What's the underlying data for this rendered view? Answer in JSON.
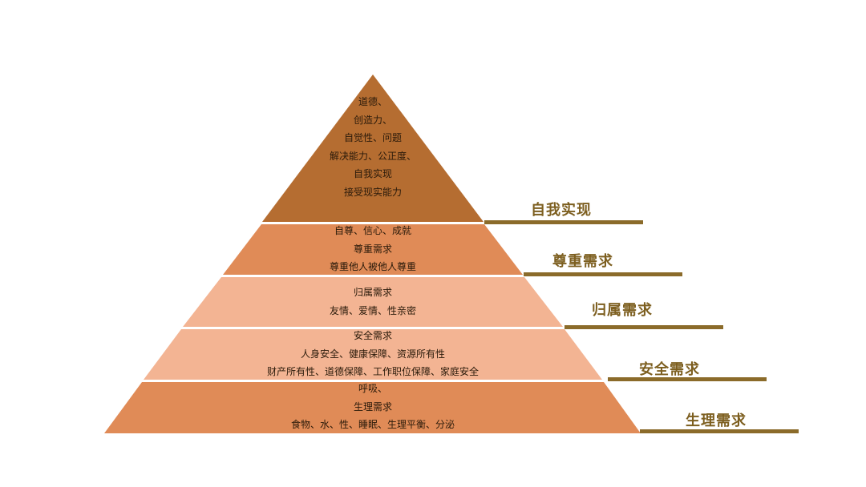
{
  "diagram": {
    "type": "pyramid",
    "title": "",
    "colors": {
      "layer1": "#B56D31",
      "layer2": "#E08B57",
      "layer3": "#F3B493",
      "layer4": "#F3B493",
      "layer5": "#E08B57",
      "label": "#7D5F20",
      "rule": "#8B6B2A"
    },
    "layers": [
      {
        "name": "自我实现",
        "lines": [
          "道德、",
          "创造力、",
          "自觉性、问题",
          "解决能力、公正度、",
          "自我实现",
          "接受现实能力"
        ]
      },
      {
        "name": "尊重需求",
        "lines": [
          "自尊、信心、成就",
          "尊重需求",
          "尊重他人被他人尊重"
        ]
      },
      {
        "name": "归属需求",
        "lines": [
          "归属需求",
          "友情、爱情、性亲密"
        ]
      },
      {
        "name": "安全需求",
        "lines": [
          "安全需求",
          "人身安全、健康保障、资源所有性",
          "财产所有性、道德保障、工作职位保障、家庭安全"
        ]
      },
      {
        "name": "生理需求",
        "lines": [
          "呼吸、",
          "生理需求",
          "食物、水、性、睡眠、生理平衡、分泌"
        ]
      }
    ]
  }
}
